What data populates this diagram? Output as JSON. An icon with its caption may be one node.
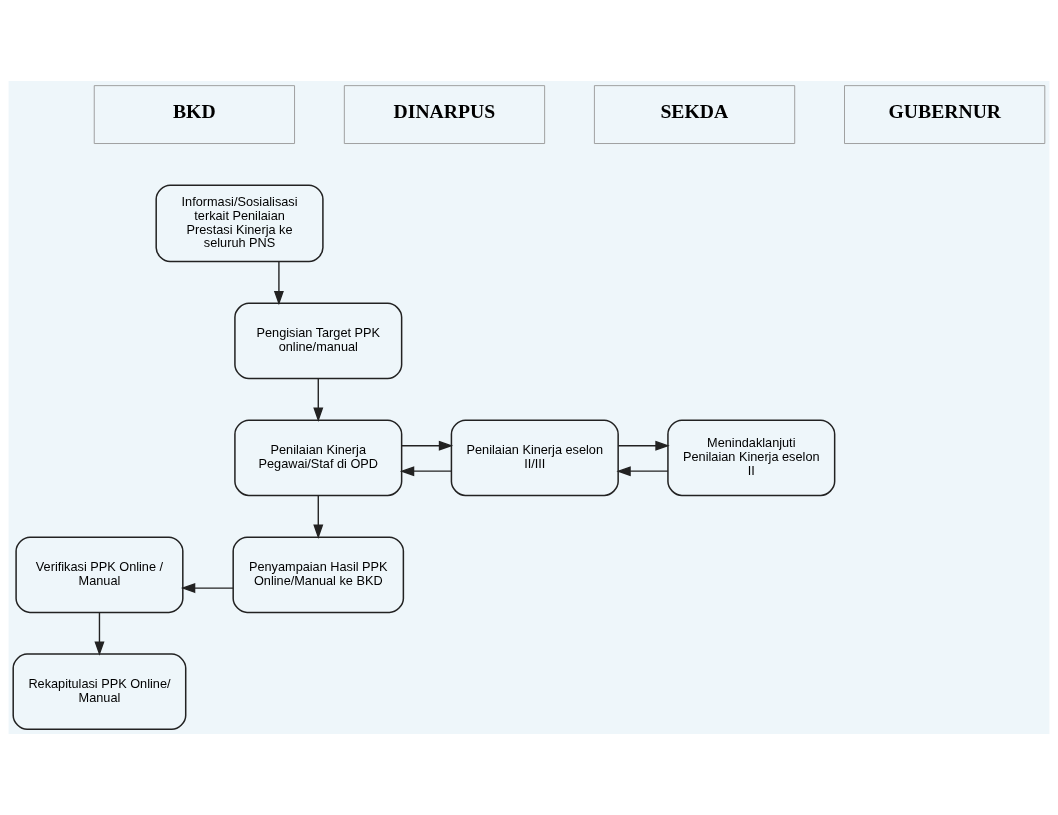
{
  "diagram": {
    "nodes": [
      {
        "text": [
          "Informasi/Sosialisasi terkait Penilaian Prestasi Kinerja ke seluruh PNS"
        ]
      },
      {
        "text": [
          "Pengisian Target PPK online/manual"
        ]
      },
      {
        "text": [
          "Penilaian Kinerja Pegawai/Staf di OPD"
        ]
      },
      {
        "text": [
          "Penilaian Kinerja eselon II/III"
        ]
      },
      {
        "text": [
          "Menindaklanjuti Penilaian Kinerja eselon II"
        ]
      },
      {
        "text": [
          "Verifikasi PPK Online / Manual"
        ]
      },
      {
        "text": [
          "Penyampaian Hasil PPK Online/Manual ke BKD"
        ]
      },
      {
        "text": [
          "Rekapitulasi PPK Online/ Manual"
        ]
      }
    ],
    "edges": [
      {
        "from": 0,
        "to": 1,
        "arrow": "to"
      },
      {
        "from": 1,
        "to": 2,
        "arrow": "to"
      },
      {
        "from": 2,
        "to": 3,
        "arrow": "to"
      },
      {
        "from": 3,
        "to": 2,
        "arrow": "to"
      },
      {
        "from": 3,
        "to": 4,
        "arrow": "to"
      },
      {
        "from": 4,
        "to": 3,
        "arrow": "to"
      },
      {
        "from": 2,
        "to": 6,
        "arrow": "to"
      },
      {
        "from": 6,
        "to": 5,
        "arrow": "to"
      },
      {
        "from": 5,
        "to": 7,
        "arrow": "to"
      }
    ],
    "labels": [
      "BKD",
      "DINARPUS",
      "SEKDA",
      "GUBERNUR"
    ]
  }
}
